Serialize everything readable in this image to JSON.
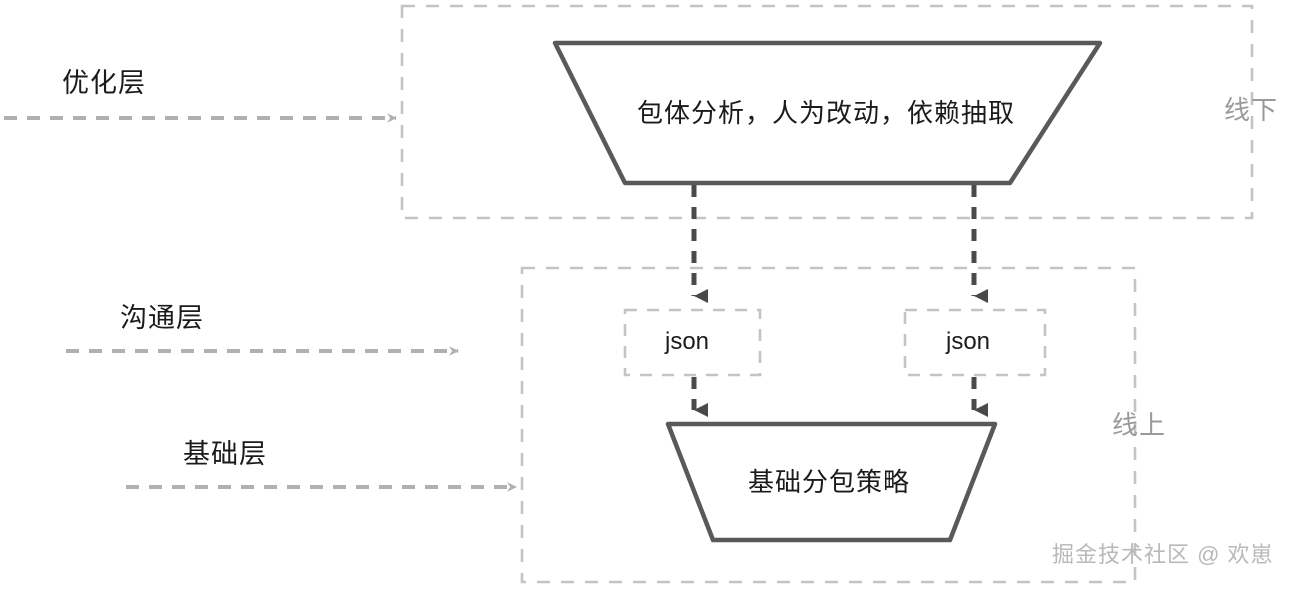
{
  "diagram": {
    "title_alt": "分包策略分层架构图",
    "colors": {
      "dashed_gray": "#c4c4c4",
      "arrow_gray": "#b0b0b0",
      "shape_stroke": "#595959",
      "dark_arrow": "#4a4a4a",
      "text_dark": "#1b1b1b",
      "text_muted": "#9a9a9a",
      "watermark": "#b9b9b9",
      "background": "#ffffff"
    },
    "layers": [
      {
        "label": "优化层"
      },
      {
        "label": "沟通层"
      },
      {
        "label": "基础层"
      }
    ],
    "zones": [
      {
        "label": "线下"
      },
      {
        "label": "线上"
      }
    ],
    "nodes": [
      {
        "label": "包体分析，人为改动，依赖抽取",
        "shape": "inverted-trapezoid"
      },
      {
        "label": "json",
        "shape": "dashed-rect"
      },
      {
        "label": "json",
        "shape": "dashed-rect"
      },
      {
        "label": "基础分包策略",
        "shape": "inverted-trapezoid"
      }
    ],
    "watermark": "掘金技术社区 @ 欢崽"
  }
}
